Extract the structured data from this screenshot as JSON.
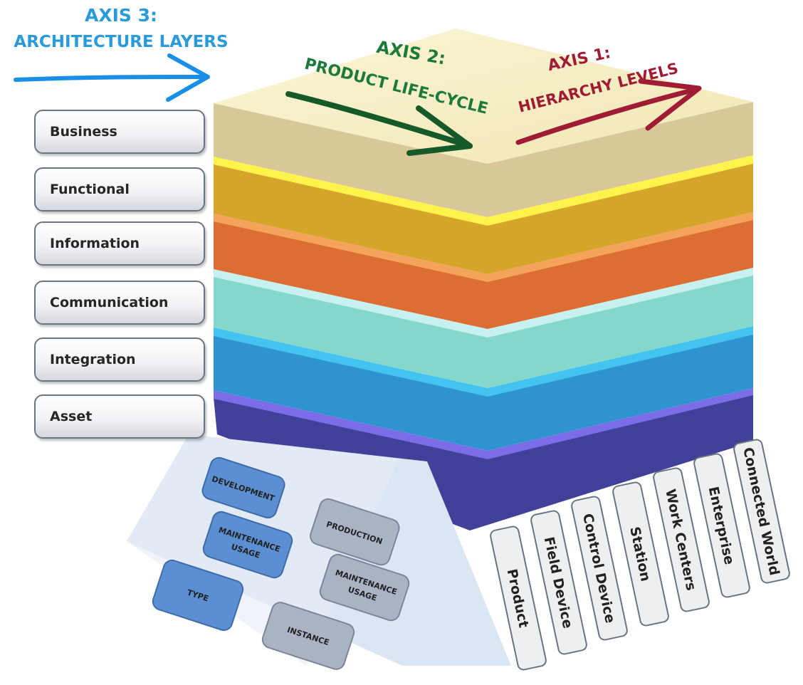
{
  "axis3": {
    "line1": "AXIS 3:",
    "line2": "ARCHITECTURE LAYERS",
    "color": "#2a9bd9"
  },
  "axis2": {
    "line1": "AXIS 2:",
    "line2": "PRODUCT LIFE-CYCLE",
    "color": "#1e7a3c"
  },
  "axis1": {
    "line1": "AXIS 1:",
    "line2": "HIERARCHY LEVELS",
    "color": "#a01c35"
  },
  "layers": [
    "Business",
    "Functional",
    "Information",
    "Communication",
    "Integration",
    "Asset"
  ],
  "layer_colors": [
    "#dccd9a",
    "#d8a82a",
    "#dd7035",
    "#86d6ca",
    "#2d96cf",
    "#4747a8"
  ],
  "lifecycle": {
    "type": {
      "label": "TYPE",
      "development": "DEVELOPMENT",
      "maintenance_line1": "MAINTENANCE",
      "maintenance_line2": "USAGE"
    },
    "instance": {
      "label": "INSTANCE",
      "production": "PRODUCTION",
      "maintenance_line1": "MAINTENANCE",
      "maintenance_line2": "USAGE"
    }
  },
  "hierarchy": [
    "Product",
    "Field Device",
    "Control Device",
    "Station",
    "Work Centers",
    "Enterprise",
    "Connected World"
  ]
}
